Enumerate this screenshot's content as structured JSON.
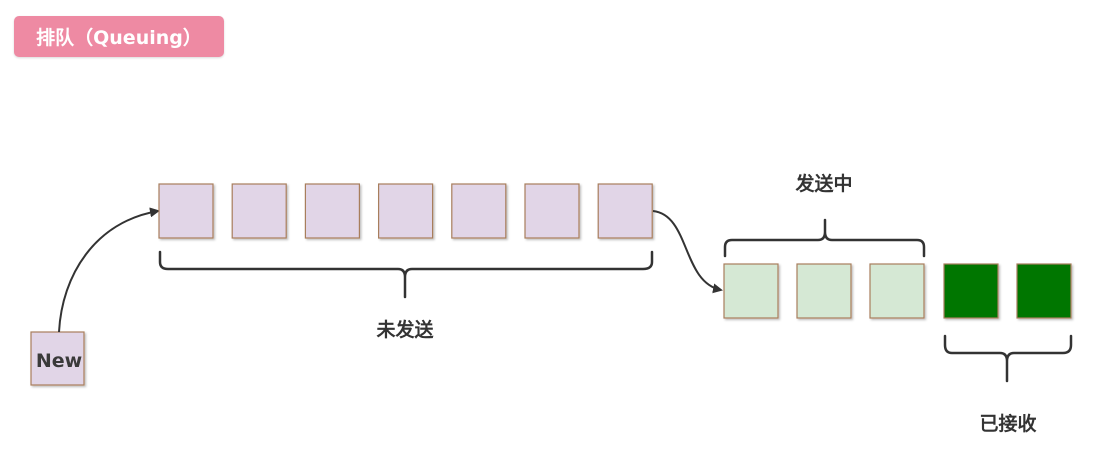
{
  "title": "排队（Queuing）",
  "new_label": "New",
  "groups": {
    "pending": {
      "label": "未发送",
      "count": 7,
      "color": "#e1d5e7"
    },
    "sending": {
      "label": "发送中",
      "count": 3,
      "color": "#d5e8d4"
    },
    "received": {
      "label": "已接收",
      "count": 2,
      "color": "#007600"
    }
  }
}
